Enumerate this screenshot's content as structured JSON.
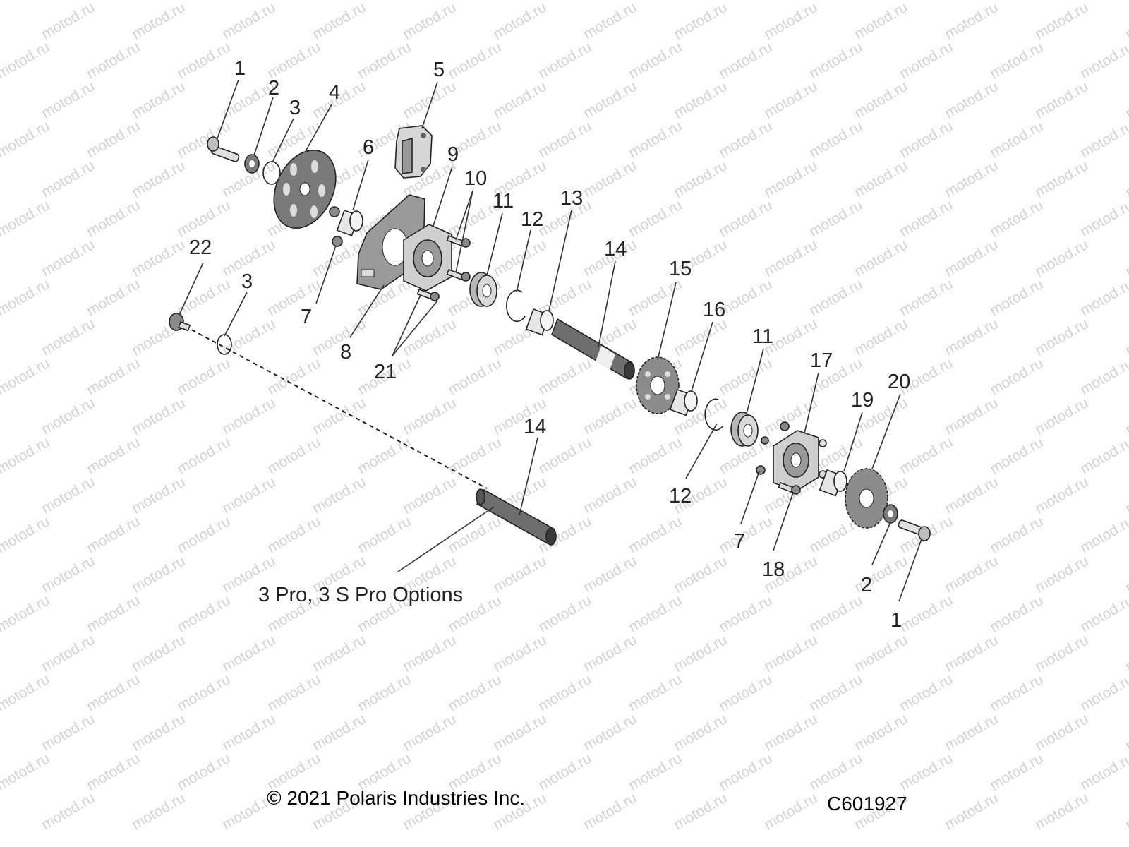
{
  "watermark_text": "motod.ru",
  "callouts": [
    "1",
    "2",
    "3",
    "4",
    "5",
    "6",
    "7",
    "8",
    "9",
    "10",
    "11",
    "12",
    "13",
    "14",
    "15",
    "16",
    "11",
    "17",
    "19",
    "20",
    "22",
    "3",
    "21",
    "12",
    "7",
    "18",
    "2",
    "1",
    "14"
  ],
  "caption": "3 Pro, 3 S Pro Options",
  "footer": {
    "copyright": "© 2021 Polaris Industries Inc.",
    "code": "C601927"
  },
  "colors": {
    "line": "#222222",
    "part_fill": "#c8c8c8",
    "part_dark": "#8a8a8a",
    "watermark": "#d3d3d3"
  }
}
